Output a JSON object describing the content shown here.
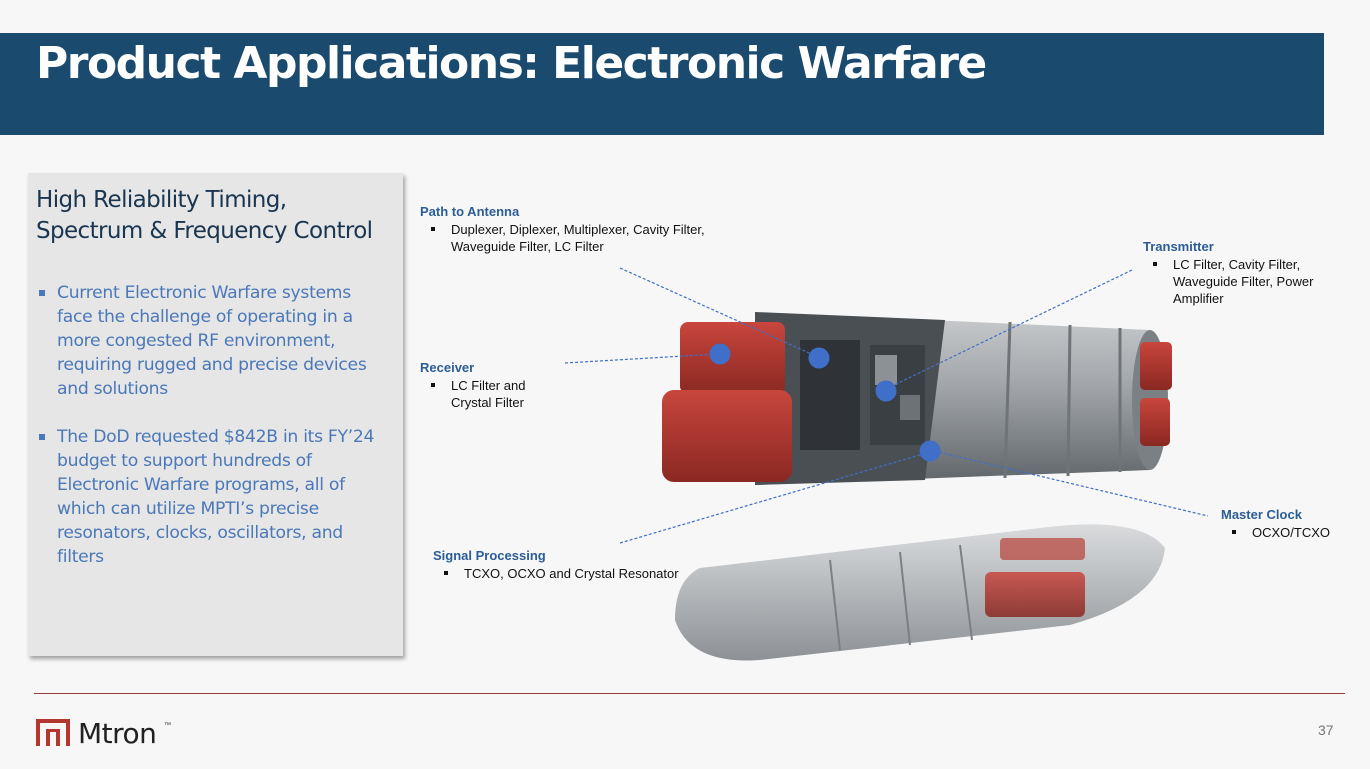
{
  "header": {
    "title": "Product Applications: Electronic Warfare"
  },
  "panel": {
    "heading": "High Reliability Timing, Spectrum & Frequency Control",
    "bullets": [
      "Current Electronic Warfare systems face the challenge of operating in a more congested RF environment, requiring rugged and precise devices and solutions",
      "The DoD requested $842B in its FY’24 budget to support hundreds of Electronic Warfare programs, all of which can utilize MPTI’s precise resonators, clocks, oscillators, and filters"
    ]
  },
  "callouts": {
    "path_to_antenna": {
      "title": "Path to Antenna",
      "items": [
        "Duplexer, Diplexer, Multiplexer, Cavity Filter,",
        "Waveguide Filter, LC Filter"
      ]
    },
    "receiver": {
      "title": "Receiver",
      "items": [
        "LC Filter and",
        "Crystal Filter"
      ]
    },
    "transmitter": {
      "title": "Transmitter",
      "items": [
        "LC Filter, Cavity Filter,",
        "Waveguide Filter, Power",
        "Amplifier"
      ]
    },
    "master_clock": {
      "title": "Master Clock",
      "items": [
        "OCXO/TCXO"
      ]
    },
    "signal_processing": {
      "title": "Signal Processing",
      "items": [
        "TCXO, OCXO and Crystal Resonator"
      ]
    }
  },
  "footer": {
    "brand": "Mtron",
    "trademark": "™",
    "page_number": "37"
  },
  "colors": {
    "title_band": "#1a4a6e",
    "panel_text": "#4a78b8",
    "callout_title": "#2b5d96",
    "marker": "#3f6fc8",
    "pod_red": "#b83a32",
    "footer_line": "#9b3a3a"
  }
}
